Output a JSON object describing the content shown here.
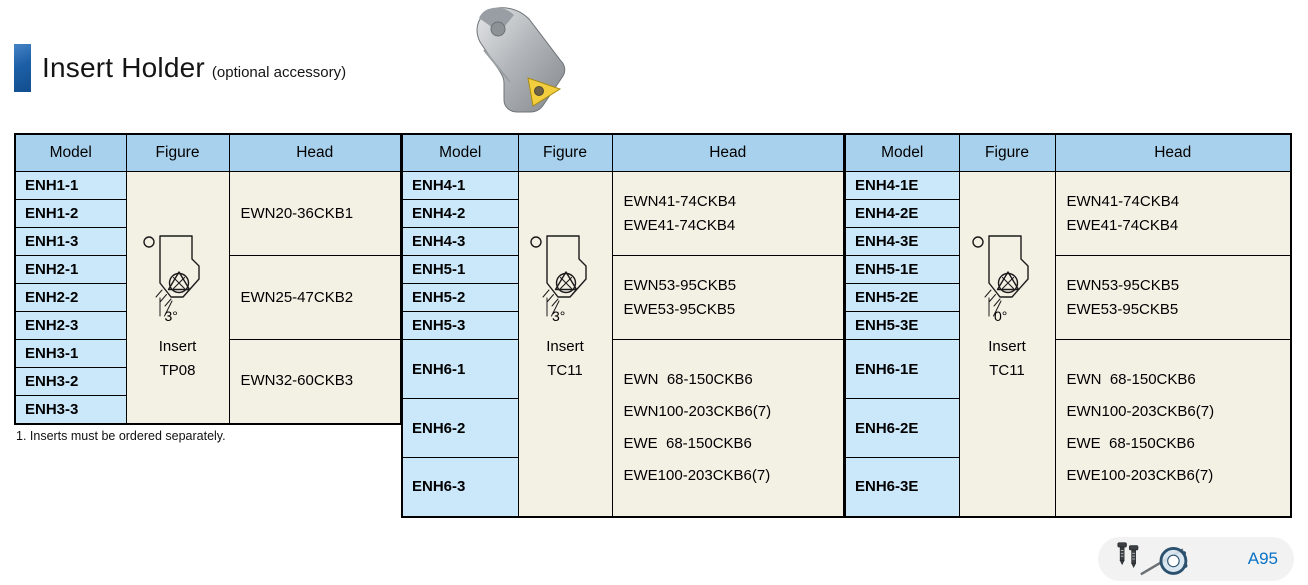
{
  "page": {
    "title": "Insert Holder",
    "subtitle": "(optional accessory)",
    "note": "1. Inserts must be ordered separately.",
    "page_ref": "A95"
  },
  "columns": {
    "model": "Model",
    "figure": "Figure",
    "head": "Head"
  },
  "icons": {
    "accent_bar": "blue-accent-bar",
    "photo": "insert-holder-product-photo",
    "schematic": "insert-holder-side-view-drawing",
    "hardware": "screws-and-circlip"
  },
  "colors": {
    "header_blue": "#a8d1ed",
    "model_blue": "#cbe8fa",
    "cell_beige": "#f3f0e4",
    "accent_blue": "#1d5fa6",
    "ref_blue": "#0a72c4",
    "insert_yellow": "#f2cd3e"
  },
  "groups": [
    {
      "figure": {
        "angle": "3°",
        "line1": "Insert",
        "line2": "TP08"
      },
      "models": [
        "ENH1-1",
        "ENH1-2",
        "ENH1-3",
        "ENH2-1",
        "ENH2-2",
        "ENH2-3",
        "ENH3-1",
        "ENH3-2",
        "ENH3-3"
      ],
      "heads": [
        {
          "lines": [
            "EWN20-36CKB1"
          ]
        },
        {
          "lines": [
            "EWN25-47CKB2"
          ]
        },
        {
          "lines": [
            "EWN32-60CKB3"
          ]
        }
      ]
    },
    {
      "figure": {
        "angle": "3°",
        "line1": "Insert",
        "line2": "TC11"
      },
      "models": [
        "ENH4-1",
        "ENH4-2",
        "ENH4-3",
        "ENH5-1",
        "ENH5-2",
        "ENH5-3",
        "ENH6-1",
        "ENH6-2",
        "ENH6-3"
      ],
      "heads": [
        {
          "lines": [
            "EWN41-74CKB4",
            "EWE41-74CKB4"
          ]
        },
        {
          "lines": [
            "EWN53-95CKB5",
            "EWE53-95CKB5"
          ]
        },
        {
          "lines": [
            "EWN  68-150CKB6",
            "EWN100-203CKB6(7)",
            "EWE  68-150CKB6",
            "EWE100-203CKB6(7)"
          ]
        }
      ]
    },
    {
      "figure": {
        "angle": "0°",
        "line1": "Insert",
        "line2": "TC11"
      },
      "models": [
        "ENH4-1E",
        "ENH4-2E",
        "ENH4-3E",
        "ENH5-1E",
        "ENH5-2E",
        "ENH5-3E",
        "ENH6-1E",
        "ENH6-2E",
        "ENH6-3E"
      ],
      "heads": [
        {
          "lines": [
            "EWN41-74CKB4",
            "EWE41-74CKB4"
          ]
        },
        {
          "lines": [
            "EWN53-95CKB5",
            "EWE53-95CKB5"
          ]
        },
        {
          "lines": [
            "EWN  68-150CKB6",
            "EWN100-203CKB6(7)",
            "EWE  68-150CKB6",
            "EWE100-203CKB6(7)"
          ]
        }
      ]
    }
  ]
}
